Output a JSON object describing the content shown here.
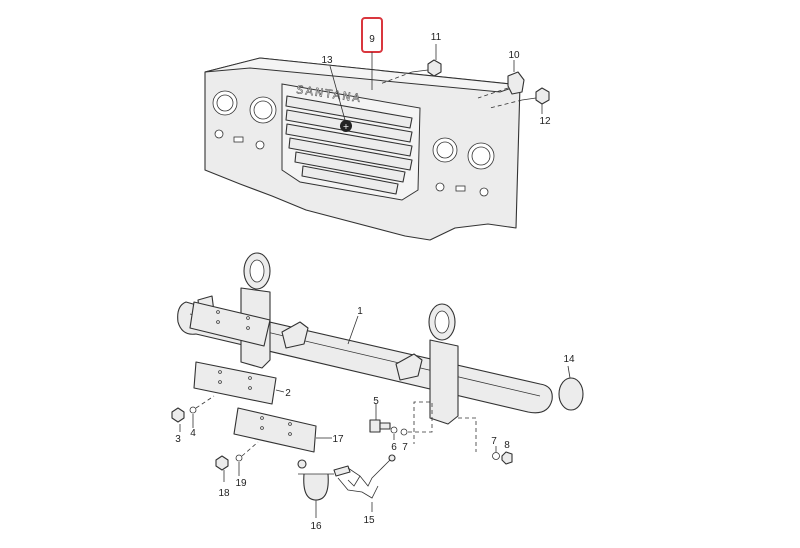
{
  "brand_lettering": "SANTANA",
  "highlight_color": "#d9363e",
  "callouts": {
    "c1": "1",
    "c2": "2",
    "c3": "3",
    "c4": "4",
    "c5": "5",
    "c6": "6",
    "c7a": "7",
    "c7b": "7",
    "c8": "8",
    "c9": "9",
    "c10": "10",
    "c11": "11",
    "c12": "12",
    "c13": "13",
    "c14": "14",
    "c15": "15",
    "c16": "16",
    "c17": "17",
    "c18": "18",
    "c19": "19"
  },
  "highlighted_callout": "9"
}
